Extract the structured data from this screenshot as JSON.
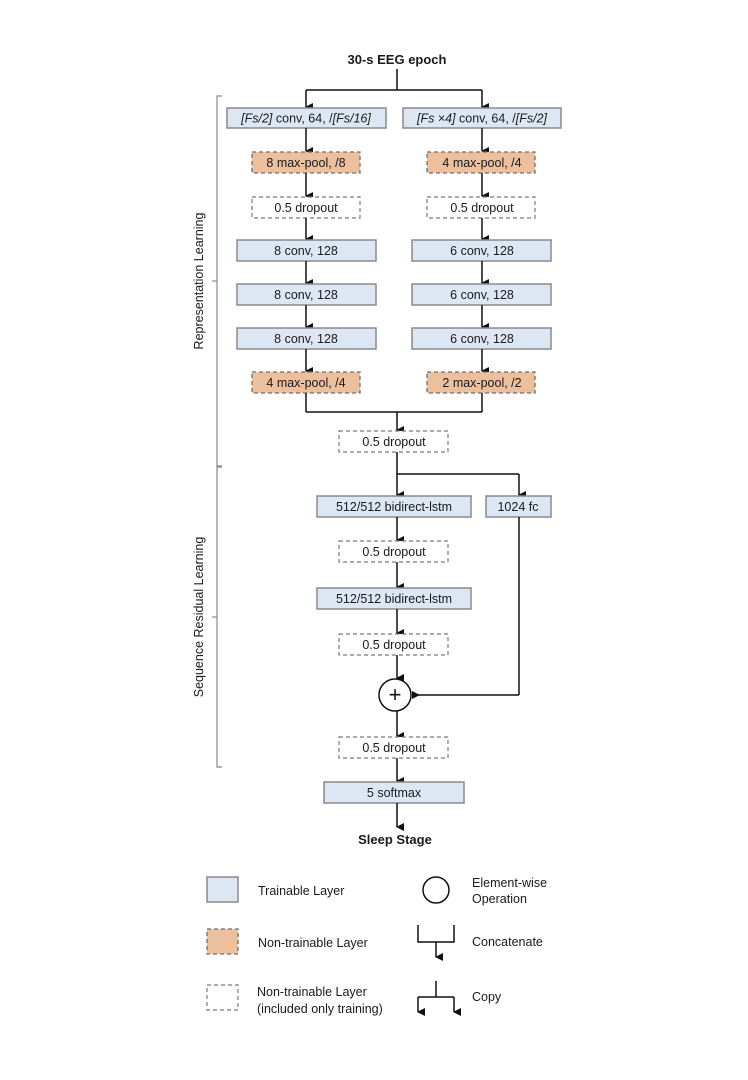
{
  "title": "30-s EEG epoch",
  "output_label": "Sleep Stage",
  "sections": {
    "representation": "Representation Learning",
    "sequence": "Sequence Residual Learning"
  },
  "left_branch": [
    {
      "label_italic": "[Fs/2]",
      "label_mid": " conv, 64, /",
      "label_italic2": "[Fs/16]",
      "type": "trainable"
    },
    {
      "label": "8 max-pool, /8",
      "type": "non-trainable"
    },
    {
      "label": "0.5 dropout",
      "type": "dropout"
    },
    {
      "label": "8 conv, 128",
      "type": "trainable"
    },
    {
      "label": "8 conv, 128",
      "type": "trainable"
    },
    {
      "label": "8 conv, 128",
      "type": "trainable"
    },
    {
      "label": "4 max-pool, /4",
      "type": "non-trainable"
    }
  ],
  "right_branch": [
    {
      "label_italic": "[Fs ×4]",
      "label_mid": " conv, 64, /",
      "label_italic2": "[Fs/2]",
      "type": "trainable"
    },
    {
      "label": "4 max-pool, /4",
      "type": "non-trainable"
    },
    {
      "label": "0.5 dropout",
      "type": "dropout"
    },
    {
      "label": "6 conv, 128",
      "type": "trainable"
    },
    {
      "label": "6 conv, 128",
      "type": "trainable"
    },
    {
      "label": "6 conv, 128",
      "type": "trainable"
    },
    {
      "label": "2 max-pool, /2",
      "type": "non-trainable"
    }
  ],
  "merged": {
    "dropout1": "0.5 dropout",
    "lstm1": "512/512 bidirect-lstm",
    "fc": "1024 fc",
    "dropout2": "0.5 dropout",
    "lstm2": "512/512 bidirect-lstm",
    "dropout3": "0.5 dropout",
    "add_symbol": "+",
    "dropout4": "0.5 dropout",
    "softmax": "5 softmax"
  },
  "legend": {
    "trainable": "Trainable Layer",
    "non_trainable": "Non-trainable Layer",
    "dropout_line1": "Non-trainable Layer",
    "dropout_line2": "(included only training)",
    "elementwise_line1": "Element-wise",
    "elementwise_line2": "Operation",
    "concatenate": "Concatenate",
    "copy": "Copy"
  },
  "colors": {
    "trainable_fill": "#dde7f4",
    "non_trainable_fill": "#ecbf9d",
    "dropout_fill": "#ffffff"
  }
}
